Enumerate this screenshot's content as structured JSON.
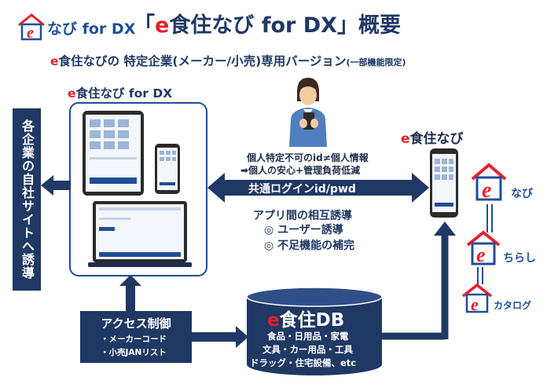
{
  "header": {
    "logo_text": "なび for DX",
    "title_prefix": "「",
    "title_e": "e",
    "title_main": "食住なび for DX」概要",
    "subtitle_e": "e",
    "subtitle_main": "食住なびの 特定企業(メーカー/小売)専用バージョン",
    "subtitle_note": "(一部機能限定)"
  },
  "left_app": {
    "e": "e",
    "title": "食住なび for DX"
  },
  "redirect_box": {
    "label": "各企業の自社サイトへ誘導"
  },
  "info": {
    "line1": "個人特定不可のid≠個人情報",
    "line2": "➡個人の安心+管理負荷低減"
  },
  "shared_login": {
    "label": "共通ログインid/pwd"
  },
  "mutual": {
    "heading": "アプリ間の相互誘導",
    "item1": "◎ ユーザー誘導",
    "item2": "◎ 不足機能の補完"
  },
  "right_app": {
    "e": "e",
    "title": "食住なび"
  },
  "brands": [
    {
      "e": "e",
      "label": "なび"
    },
    {
      "e": "e",
      "label": "ちらし"
    },
    {
      "e": "e",
      "label": "カタログ"
    }
  ],
  "access": {
    "title": "アクセス制御",
    "item1": "・メーカーコード",
    "item2": "・小売JANリスト"
  },
  "db": {
    "e": "e",
    "title": "食住DB",
    "line1": "食品・日用品・家電",
    "line2": "文具・カー用品・工具",
    "line3": "ドラッグ・住宅設備、etc"
  },
  "colors": {
    "navy": "#1f3864",
    "accent_red": "#e6202a",
    "blue": "#1f4e96"
  },
  "icons": [
    "house-e-logo-icon",
    "tablet-icon",
    "smartphone-icon",
    "laptop-icon",
    "person-with-phone-icon",
    "database-cylinder-icon"
  ]
}
